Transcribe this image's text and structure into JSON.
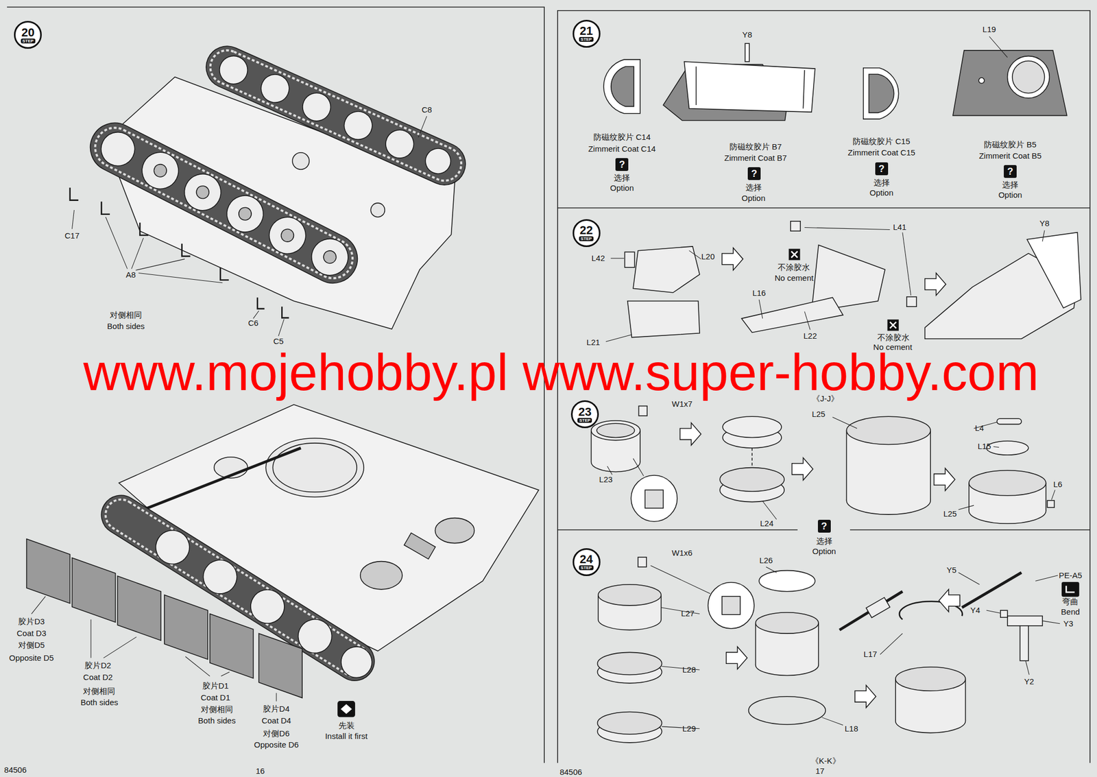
{
  "diagram": {
    "nodes": [
      {
        "text": [
          "20",
          "STEP"
        ]
      },
      {
        "text": [
          "21",
          "STEP"
        ]
      },
      {
        "text": [
          "22",
          "STEP"
        ]
      },
      {
        "text": [
          "23",
          "STEP"
        ]
      },
      {
        "text": [
          "24",
          "STEP"
        ]
      }
    ],
    "labels": [
      "C8",
      "C17",
      "A8",
      "对侧相同",
      "Both sides",
      "C6",
      "C5",
      "www.mojehobby.pl www.super-hobby.com",
      "胶片D3",
      "Coat D3",
      "对侧D5",
      "Opposite D5",
      "胶片D2",
      "Coat D2",
      "对侧相同",
      "Both sides",
      "胶片D1",
      "Coat D1",
      "对侧相同",
      "Both sides",
      "胶片D4",
      "Coat D4",
      "对侧D6",
      "Opposite D6",
      "先装",
      "Install it first",
      "84506",
      "16",
      "Y8",
      "L19",
      "防磁纹胶片 C14",
      "Zimmerit Coat C14",
      "?",
      "选择",
      "Option",
      "防磁纹胶片 B7",
      "Zimmerit Coat B7",
      "?",
      "选择",
      "Option",
      "防磁纹胶片 C15",
      "Zimmerit Coat C15",
      "?",
      "选择",
      "Option",
      "防磁纹胶片 B5",
      "Zimmerit Coat B5",
      "?",
      "选择",
      "Option",
      "L42",
      "L20",
      "L41",
      "Y8",
      "不涂胶水",
      "No cement",
      "L16",
      "L22",
      "不涂胶水",
      "No cement",
      "L21",
      "《J-J》",
      "W1x7",
      "L25",
      "L4",
      "L15",
      "L23",
      "L6",
      "L25",
      "L24",
      "?",
      "选择",
      "Option",
      "W1x6",
      "L26",
      "Y5",
      "PE-A5",
      "弯曲",
      "Bend",
      "L27",
      "Y4",
      "Y3",
      "L17",
      "L28",
      "Y2",
      "L29",
      "L18",
      "《K-K》",
      "84506",
      "17"
    ]
  }
}
